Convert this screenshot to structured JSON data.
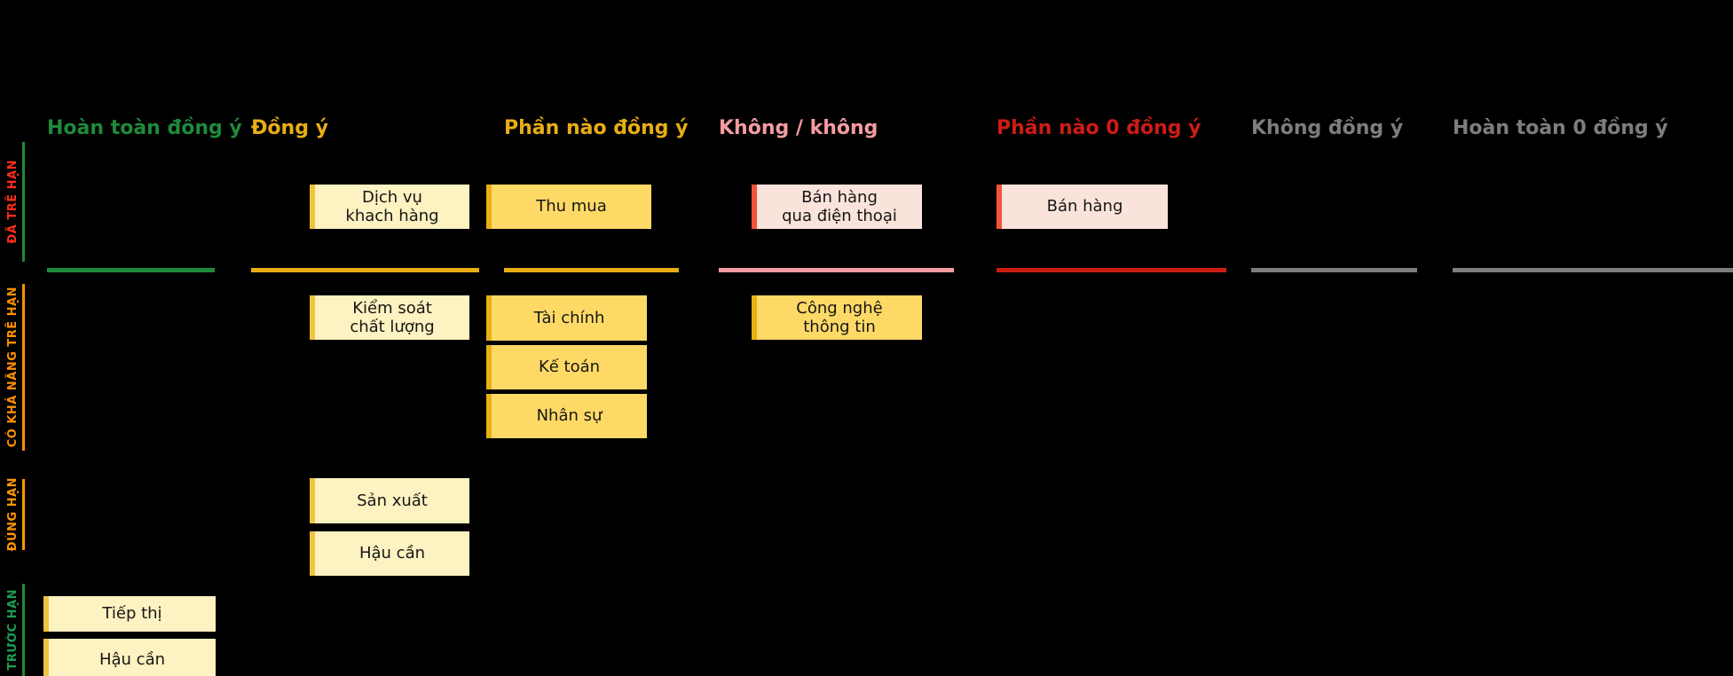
{
  "canvas": {
    "background": "#000000"
  },
  "columns": [
    {
      "label": "Hoàn toàn đồng ý",
      "color": "#1f8a3b"
    },
    {
      "label": "Đồng ý",
      "color": "#e9ae15"
    },
    {
      "label": "Phần nào đồng ý",
      "color": "#e9ae15"
    },
    {
      "label": "Không / không",
      "color": "#f59ca1"
    },
    {
      "label": "Phần nào 0 đồng ý",
      "color": "#cc1d15"
    },
    {
      "label": "Không đồng ý",
      "color": "#7d7d7d"
    },
    {
      "label": "Hoàn toàn 0 đồng ý",
      "color": "#7d7d7d"
    }
  ],
  "rows": [
    {
      "label": "ĐÃ TRỄ HẠN",
      "label_color": "#ff2d1a",
      "line_color": "#1f8a3b"
    },
    {
      "label": "CÓ KHẢ NĂNG TRỄ HẠN",
      "label_color": "#ff8f00",
      "line_color": "#ff8f00"
    },
    {
      "label": "ĐÚNG HẠN",
      "label_color": "#ff9800",
      "line_color": "#ff9800"
    },
    {
      "label": "TRƯỚC HẠN",
      "label_color": "#1e9e50",
      "line_color": "#1f8a3b"
    }
  ],
  "box_styles": {
    "pale_yellow": {
      "bg": "#fdf2c1",
      "strip": "#f0c440"
    },
    "gold": {
      "bg": "#ffd966",
      "strip": "#e8b114"
    },
    "pink": {
      "bg": "#fae3da",
      "strip": "#f1543a"
    }
  },
  "boxes": [
    {
      "label": "Dịch vụ\nkhach hàng",
      "row": "ĐÃ TRỄ HẠN",
      "column": "Đồng ý",
      "style": "pale_yellow"
    },
    {
      "label": "Thu mua",
      "row": "ĐÃ TRỄ HẠN",
      "column": "Phần nào đồng ý",
      "style": "gold"
    },
    {
      "label": "Bán hàng\nqua điện thoại",
      "row": "ĐÃ TRỄ HẠN",
      "column": "Không / không",
      "style": "pink"
    },
    {
      "label": "Bán hàng",
      "row": "ĐÃ TRỄ HẠN",
      "column": "Phần nào 0 đồng ý",
      "style": "pink"
    },
    {
      "label": "Kiểm soát\nchất lượng",
      "row": "CÓ KHẢ NĂNG TRỄ HẠN",
      "column": "Đồng ý",
      "style": "pale_yellow"
    },
    {
      "label": "Tài chính",
      "row": "CÓ KHẢ NĂNG TRỄ HẠN",
      "column": "Phần nào đồng ý",
      "style": "gold"
    },
    {
      "label": "Kế toán",
      "row": "CÓ KHẢ NĂNG TRỄ HẠN",
      "column": "Phần nào đồng ý",
      "style": "gold"
    },
    {
      "label": "Nhân sự",
      "row": "CÓ KHẢ NĂNG TRỄ HẠN",
      "column": "Phần nào đồng ý",
      "style": "gold"
    },
    {
      "label": "Công nghệ\nthông tin",
      "row": "CÓ KHẢ NĂNG TRỄ HẠN",
      "column": "Không / không",
      "style": "gold"
    },
    {
      "label": "Sản xuất",
      "row": "ĐÚNG HẠN",
      "column": "Đồng ý",
      "style": "pale_yellow"
    },
    {
      "label": "Hậu cần",
      "row": "ĐÚNG HẠN",
      "column": "Đồng ý",
      "style": "pale_yellow"
    },
    {
      "label": "Tiếp thị",
      "row": "TRƯỚC HẠN",
      "column": "Hoàn toàn đồng ý",
      "style": "pale_yellow"
    },
    {
      "label": "Hậu cần",
      "row": "TRƯỚC HẠN",
      "column": "Hoàn toàn đồng ý",
      "style": "pale_yellow"
    }
  ]
}
